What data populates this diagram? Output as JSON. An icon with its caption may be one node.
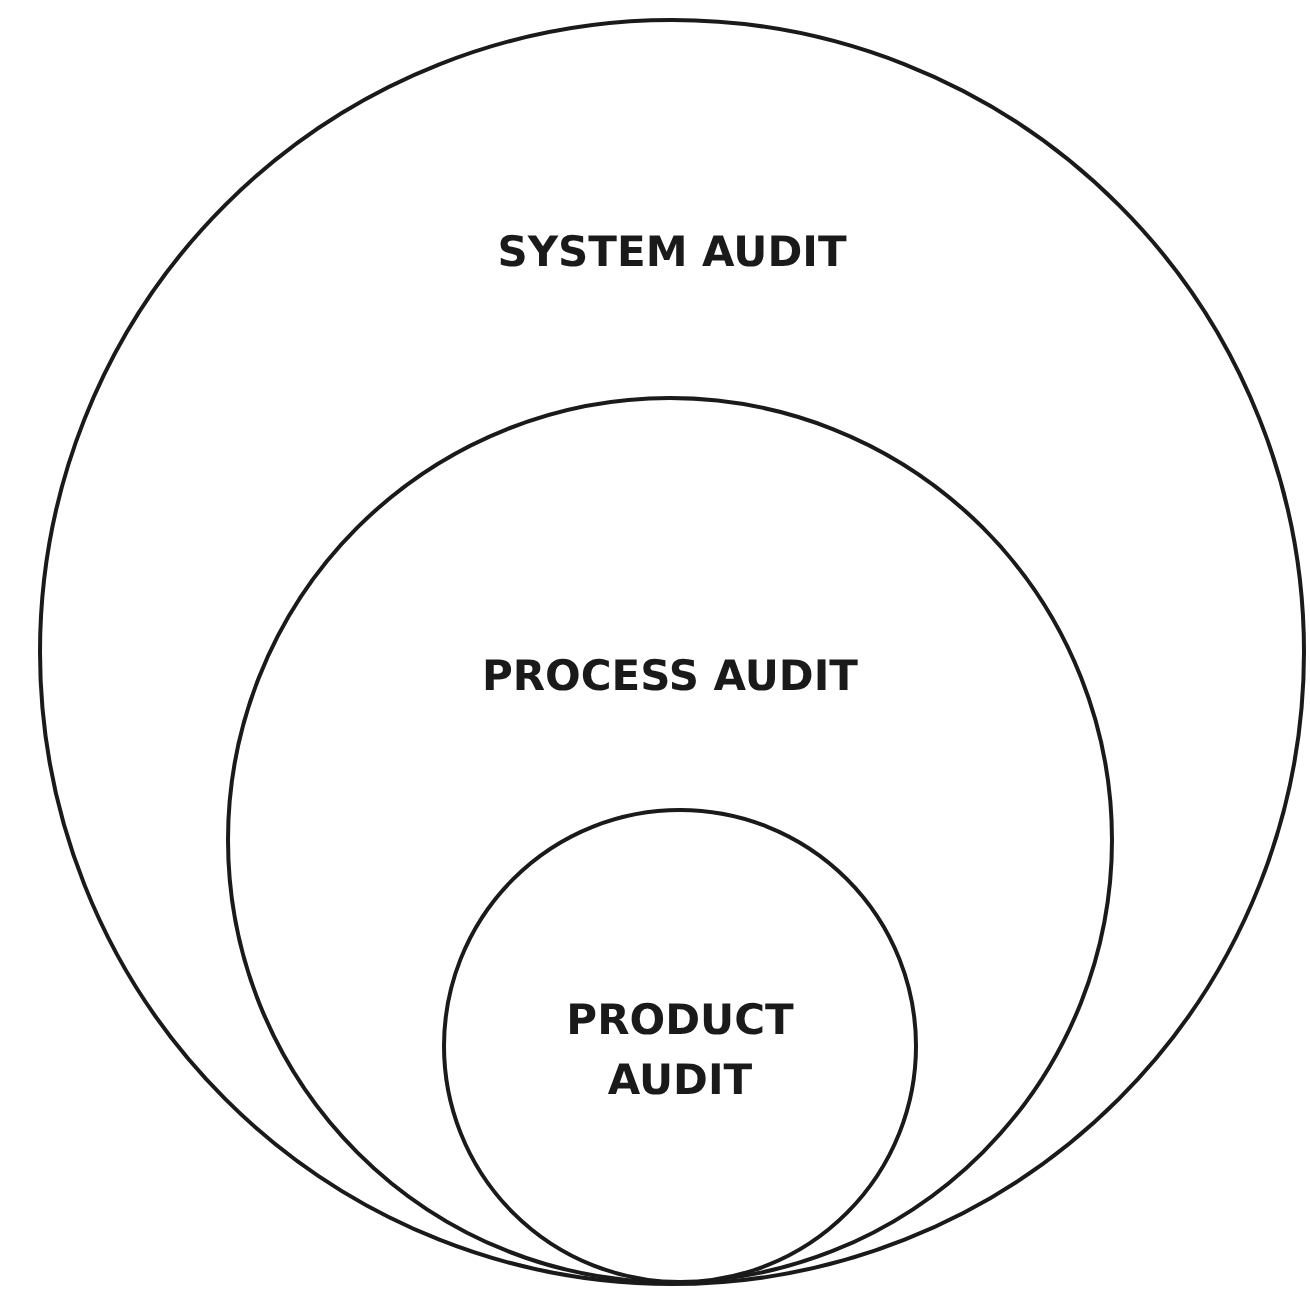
{
  "diagram": {
    "nodes": [
      {
        "text": [
          "SYSTEM AUDIT"
        ]
      },
      {
        "text": [
          "PROCESS AUDIT"
        ],
        "in": 0
      },
      {
        "text": [
          "PRODUCT AUDIT"
        ],
        "in": 1
      }
    ]
  }
}
